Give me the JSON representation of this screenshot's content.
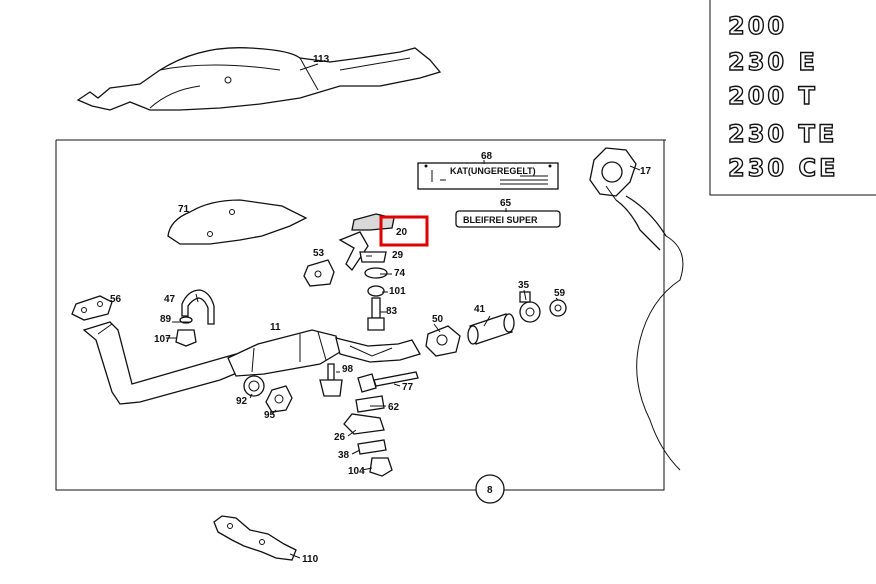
{
  "diagram": {
    "labels": {
      "p113": "113",
      "p71": "71",
      "p68": "68",
      "p65": "65",
      "p17": "17",
      "p20": "20",
      "p53": "53",
      "p29": "29",
      "p74": "74",
      "p101": "101",
      "p83": "83",
      "p56": "56",
      "p47": "47",
      "p89": "89",
      "p107": "107",
      "p11": "11",
      "p50": "50",
      "p41": "41",
      "p35": "35",
      "p59": "59",
      "p98": "98",
      "p77": "77",
      "p92": "92",
      "p95": "95",
      "p62": "62",
      "p26": "26",
      "p38": "38",
      "p104": "104",
      "p8": "8",
      "p110": "110"
    },
    "tags": {
      "kat_label": "KAT(UNGEREGELT)",
      "bleifrei_label": "BLEIFREI SUPER"
    },
    "highlight_color": "#e00000"
  },
  "models": [
    "200",
    "230 E",
    "200 T",
    "230 TE",
    "230 CE"
  ]
}
